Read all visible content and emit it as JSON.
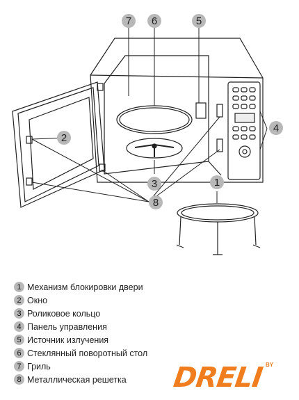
{
  "callouts": [
    "7",
    "6",
    "5",
    "2",
    "4",
    "3",
    "1",
    "8"
  ],
  "legend": [
    {
      "num": "1",
      "text": "Механизм блокировки двери"
    },
    {
      "num": "2",
      "text": "Окно"
    },
    {
      "num": "3",
      "text": "Роликовое кольцо"
    },
    {
      "num": "4",
      "text": "Панель управления"
    },
    {
      "num": "5",
      "text": "Источник излучения"
    },
    {
      "num": "6",
      "text": "Стеклянный поворотный стол"
    },
    {
      "num": "7",
      "text": "Гриль"
    },
    {
      "num": "8",
      "text": "Металлическая решетка"
    }
  ],
  "logo": {
    "text": "DRELI",
    "superscript": "BY"
  },
  "colors": {
    "callout_fill": "#b8b8b8",
    "logo": "#f07e1f",
    "line": "#222222"
  }
}
